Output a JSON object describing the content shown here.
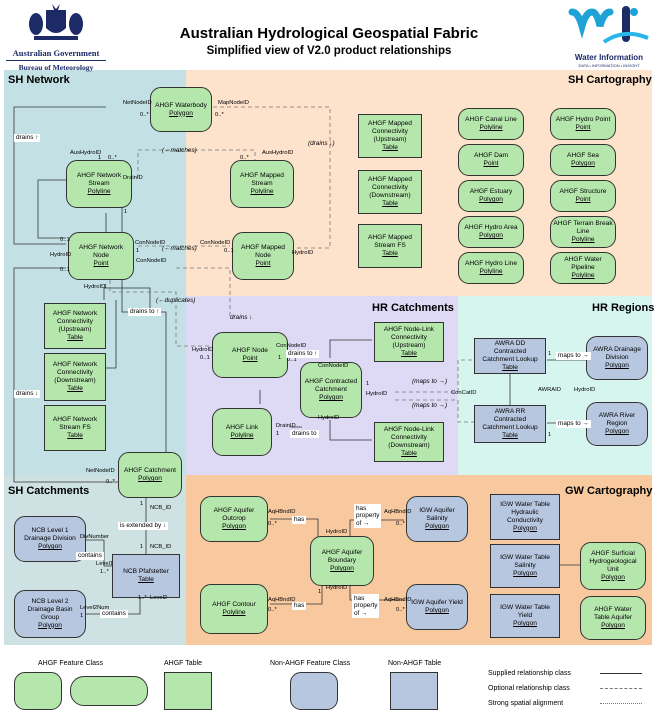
{
  "header": {
    "title": "Australian Hydrological Geospatial Fabric",
    "subtitle": "Simplified view of  V2.0 product relationships",
    "left_logo": {
      "line1": "Australian Government",
      "line2": "Bureau of Meteorology"
    },
    "right_logo": {
      "line1": "Water Information",
      "line2": "DATA • INFORMATION • INSIGHT"
    }
  },
  "regions": {
    "sh_network": "SH Network",
    "sh_cartography": "SH Cartography",
    "hr_catchments": "HR Catchments",
    "hr_regions": "HR Regions",
    "sh_catchments": "SH Catchments",
    "gw_cartography": "GW Cartography"
  },
  "nodes": {
    "waterbody": {
      "name": "AHGF Waterbody",
      "cls": "Polygon"
    },
    "network_stream": {
      "name": "AHGF Network\nStream",
      "cls": "Polyline"
    },
    "mapped_stream": {
      "name": "AHGF Mapped\nStream",
      "cls": "Polyline"
    },
    "network_node": {
      "name": "AHGF Network\nNode",
      "cls": "Point"
    },
    "mapped_node": {
      "name": "AHGF Mapped\nNode",
      "cls": "Point"
    },
    "mc_up": {
      "name": "AHGF Mapped\nConnectivity\n(Upstream)",
      "cls": "Table"
    },
    "mc_down": {
      "name": "AHGF Mapped\nConnectivity\n(Downstream)",
      "cls": "Table"
    },
    "mapped_fs": {
      "name": "AHGF Mapped\nStream FS",
      "cls": "Table"
    },
    "canal": {
      "name": "AHGF Canal Line",
      "cls": "Polyline"
    },
    "hydro_point": {
      "name": "AHGF Hydro Point",
      "cls": "Point"
    },
    "dam": {
      "name": "AHGF Dam",
      "cls": "Point"
    },
    "sea": {
      "name": "AHGF Sea",
      "cls": "Polygon"
    },
    "estuary": {
      "name": "AHGF Estuary",
      "cls": "Polygon"
    },
    "structure": {
      "name": "AHGF Structure",
      "cls": "Point"
    },
    "hydro_area": {
      "name": "AHGF Hydro Area",
      "cls": "Polygon"
    },
    "terrain": {
      "name": "AHGF Terrain Break\nLine",
      "cls": "Polyline"
    },
    "hydro_line": {
      "name": "AHGF Hydro Line",
      "cls": "Polyline"
    },
    "pipeline": {
      "name": "AHGF Water\nPipeline",
      "cls": "Polyline"
    },
    "nc_up": {
      "name": "AHGF Network\nConnectivity\n(Upstream)",
      "cls": "Table"
    },
    "nc_down": {
      "name": "AHGF Network\nConnectivity\n(Downstream)",
      "cls": "Table"
    },
    "network_fs": {
      "name": "AHGF Network\nStream FS",
      "cls": "Table"
    },
    "hr_node": {
      "name": "AHGF Node",
      "cls": "Point"
    },
    "hr_link": {
      "name": "AHGF Link",
      "cls": "Polyline"
    },
    "contracted": {
      "name": "AHGF Contracted\nCatchment",
      "cls": "Polygon"
    },
    "nl_up": {
      "name": "AHGF Node-Link\nConnectivity\n(Upstream)",
      "cls": "Table"
    },
    "nl_down": {
      "name": "AHGF Node-Link\nConnectivity\n(Downstream)",
      "cls": "Table"
    },
    "awra_dd": {
      "name": "AWRA DD\nContracted\nCatchment Lookup",
      "cls": "Table"
    },
    "awra_rr": {
      "name": "AWRA RR\nContracted\nCatchment Lookup",
      "cls": "Table"
    },
    "drainage_division": {
      "name": "AWRA Drainage\nDivision",
      "cls": "Polygon"
    },
    "river_region": {
      "name": "AWRA River\nRegion",
      "cls": "Polygon"
    },
    "catchment": {
      "name": "AHGF Catchment",
      "cls": "Polygon"
    },
    "ncb1": {
      "name": "NCB Level 1\nDrainage Division",
      "cls": "Polygon"
    },
    "ncb2": {
      "name": "NCB Level 2\nDrainage Basin\nGroup",
      "cls": "Polygon"
    },
    "pfaf": {
      "name": "NCB Pfafstetter",
      "cls": "Table"
    },
    "aq_outcrop": {
      "name": "AHGF Aquifer\nOutcrop",
      "cls": "Polygon"
    },
    "aq_boundary": {
      "name": "AHGF Aquifer\nBoundary",
      "cls": "Polygon"
    },
    "contour": {
      "name": "AHGF Contour",
      "cls": "Polyline"
    },
    "igw_salinity": {
      "name": "IGW Aquifer\nSalinity",
      "cls": "Polygon"
    },
    "igw_yield": {
      "name": "IGW Aquifer Yield",
      "cls": "Polygon"
    },
    "wt_hc": {
      "name": "IGW Water Table\nHydraulic\nConductivity",
      "cls": "Polygon"
    },
    "wt_sal": {
      "name": "IGW Water Table\nSalinity",
      "cls": "Polygon"
    },
    "wt_yield": {
      "name": "IGW Water Table\nYield",
      "cls": "Polygon"
    },
    "surficial": {
      "name": "AHGF Surficial\nHydrogeological\nUnit",
      "cls": "Polygon"
    },
    "wt_aquifer": {
      "name": "AHGF Water\nTable Aquifer",
      "cls": "Polygon"
    }
  },
  "edge_labels": {
    "netnodeid": "NetNodeID",
    "mapnodeid": "MapNodeID",
    "aushydroid": "AusHydroID",
    "drainid": "DrainID",
    "connodeid": "ConNodeID",
    "hydroid": "HydroID",
    "ncb_id": "NCB_ID",
    "divnumber": "DivNumber",
    "level1": "Level1",
    "level2": "Level2",
    "level2num": "Level2Num",
    "aqhbndid": "AqHBndID",
    "conCatID": "ConCatID",
    "awraid": "AWRAID",
    "m_zero_many": "0..*",
    "m_one": "1",
    "m_zero_one": "0..1",
    "m_one_many": "1..*"
  },
  "annotations": {
    "drains_up": "drains ↑",
    "matches": "(←matches)",
    "drains_it": "(drains ↓)",
    "duplicates": "(←duplicates)",
    "drains_to_up": "drains to ↑",
    "drains_down": "drains ↓",
    "drains_a": "drains ↓",
    "drains_to_a": "drains to ↑",
    "drains_to_b": "drains to",
    "maps_to_it": "(maps to →)",
    "maps_to": "maps to →",
    "is_extended_by": "is extended by ↓",
    "contains": "contains",
    "has": "has",
    "has_property_of": "has\nproperty\nof →"
  },
  "legend": {
    "ahgf_fc": "AHGF Feature Class",
    "ahgf_table": "AHGF Table",
    "non_ahgf_fc": "Non-AHGF Feature Class",
    "non_ahgf_table": "Non-AHGF Table",
    "supplied": "Supplied relationship class",
    "optional": "Optional relationship class",
    "strong": "Strong spatial alignment"
  },
  "colors": {
    "sh_network": "#c3e1e4",
    "sh_cartography": "#fde2cc",
    "hr_catchments": "#ded9f4",
    "hr_regions": "#d7f5ef",
    "sh_catchments": "#cfe2e3",
    "gw_cartography": "#f8c99f",
    "ahgf": "#b5e7ad",
    "non_ahgf": "#b8c7e0"
  }
}
